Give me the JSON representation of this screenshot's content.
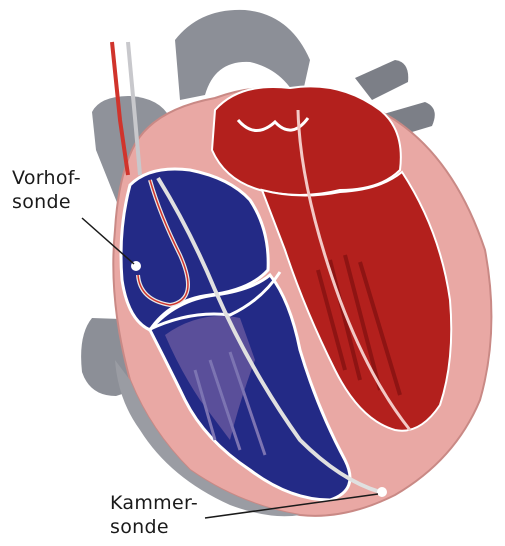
{
  "labels": {
    "atrial_probe_line1": "Vorhof-",
    "atrial_probe_line2": "sonde",
    "ventricular_probe_line1": "Kammer-",
    "ventricular_probe_line2": "sonde"
  },
  "colors": {
    "vessel_gray": "#8c8f97",
    "vessel_gray_light": "#b4b7bd",
    "myocardium_pink": "#e9a8a4",
    "right_heart_blue": "#232a86",
    "right_heart_purple": "#5a4f9a",
    "left_heart_red": "#b3201d",
    "left_heart_red_dark": "#8e1413",
    "lead_wire": "#e0e0e0",
    "lead_red": "#d0342c",
    "outline_white": "#ffffff"
  }
}
